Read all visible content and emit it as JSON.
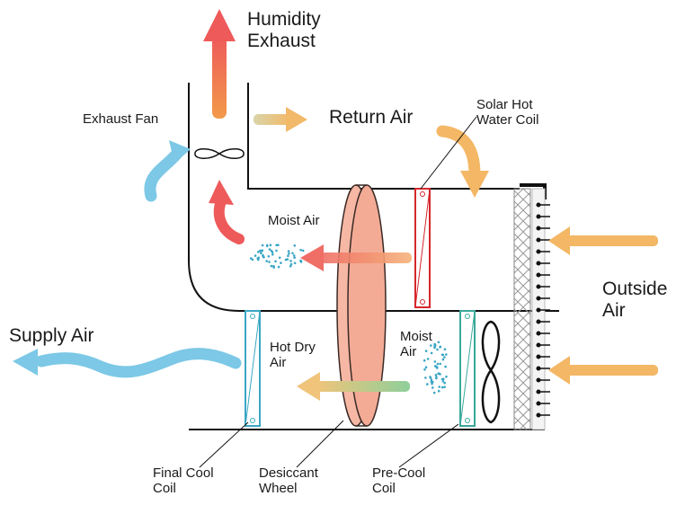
{
  "labels": {
    "humidity_exhaust": [
      "Humidity",
      "Exhaust"
    ],
    "exhaust_fan": "Exhaust Fan",
    "return_air": "Return Air",
    "solar_hot_water_coil": [
      "Solar Hot",
      "Water Coil"
    ],
    "moist_air_top": "Moist Air",
    "outside_air": [
      "Outside",
      "Air"
    ],
    "supply_air": "Supply Air",
    "hot_dry_air": [
      "Hot Dry",
      "Air"
    ],
    "moist_air_bottom": [
      "Moist",
      "Air"
    ],
    "final_cool_coil": [
      "Final Cool",
      "Coil"
    ],
    "desiccant_wheel": [
      "Desiccant",
      "Wheel"
    ],
    "pre_cool_coil": [
      "Pre-Cool",
      "Coil"
    ]
  },
  "colors": {
    "hot": "#ee5a5a",
    "cool": "#7cc8e6",
    "outside": "#f3b765",
    "wheel": "#f6b8a4",
    "coil_hot": "#d6262b",
    "coil_cool": "#3aa6c4",
    "coil_precool": "#3aa89a"
  }
}
